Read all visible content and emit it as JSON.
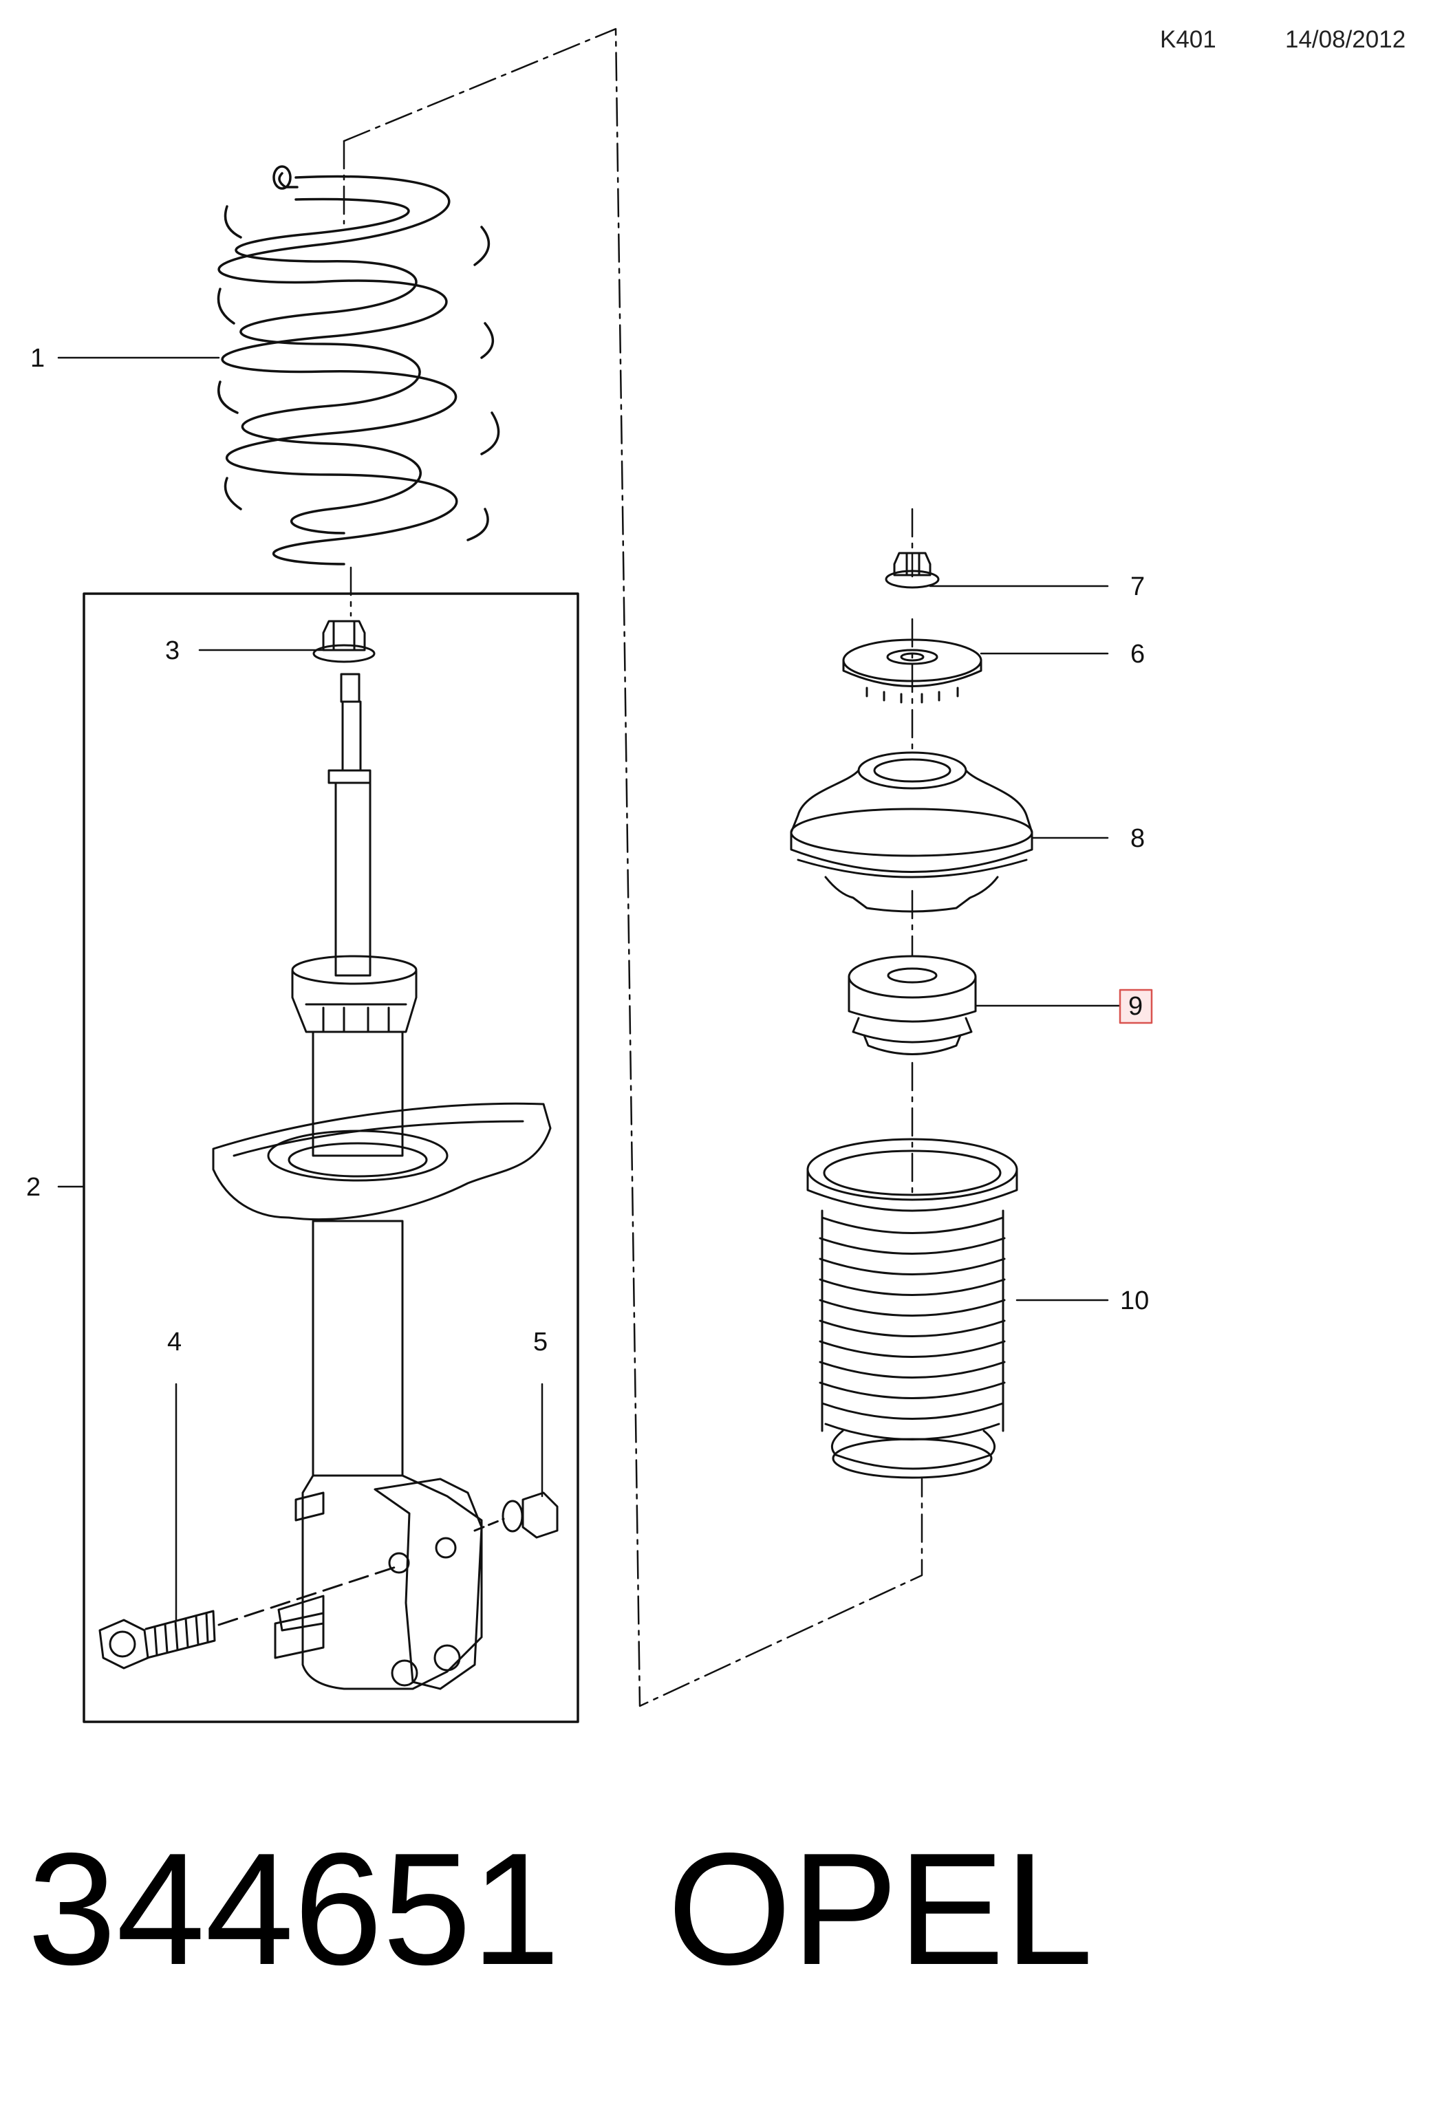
{
  "header": {
    "code": "K401",
    "date": "14/08/2012"
  },
  "callouts": [
    {
      "id": "1",
      "highlighted": false
    },
    {
      "id": "2",
      "highlighted": false
    },
    {
      "id": "3",
      "highlighted": false
    },
    {
      "id": "4",
      "highlighted": false
    },
    {
      "id": "5",
      "highlighted": false
    },
    {
      "id": "6",
      "highlighted": false
    },
    {
      "id": "7",
      "highlighted": false
    },
    {
      "id": "8",
      "highlighted": false
    },
    {
      "id": "9",
      "highlighted": true
    },
    {
      "id": "10",
      "highlighted": false
    }
  ],
  "labels": {
    "c1": "1",
    "c2": "2",
    "c3": "3",
    "c4": "4",
    "c5": "5",
    "c6": "6",
    "c7": "7",
    "c8": "8",
    "c9": "9",
    "c10": "10"
  },
  "footer": {
    "part_number": "344651",
    "brand": "OPEL"
  },
  "colors": {
    "line": "#111111",
    "highlight": "#d9534f",
    "background": "#ffffff"
  }
}
